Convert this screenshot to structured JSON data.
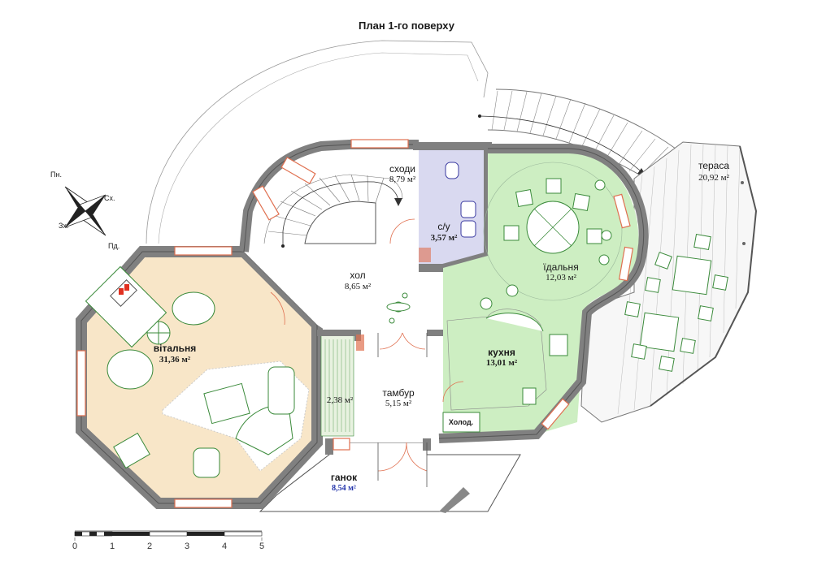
{
  "title": "План 1-го поверху",
  "rooms": {
    "stairs": {
      "name": "сходи",
      "area": "8,79 м²"
    },
    "wc": {
      "name": "с/у",
      "area": "3,57 м²"
    },
    "dining": {
      "name": "їдальня",
      "area": "12,03 м²"
    },
    "terrace": {
      "name": "тераса",
      "area": "20,92 м²"
    },
    "hall": {
      "name": "хол",
      "area": "8,65 м²"
    },
    "living": {
      "name": "вітальня",
      "area": "31,36 м²"
    },
    "kitchen": {
      "name": "кухня",
      "area": "13,01 м²"
    },
    "vestibule": {
      "name": "тамбур",
      "area": "5,15 м²"
    },
    "wardrobe": {
      "area": "2,38 м²"
    },
    "porch": {
      "name": "ганок",
      "area": "8,54 м²"
    }
  },
  "fridge_label": "Холод.",
  "compass": {
    "north": "Пн.",
    "east": "Сх.",
    "west": "Зх.",
    "south": "Пд."
  },
  "scale": {
    "ticks": [
      "0",
      "1",
      "2",
      "3",
      "4",
      "5"
    ]
  },
  "colors": {
    "wall": "#808080",
    "living_fill": "#f8e6c8",
    "kitchen_fill": "#cdeec2",
    "wc_fill": "#d9d9f0",
    "window": "#e07050"
  }
}
